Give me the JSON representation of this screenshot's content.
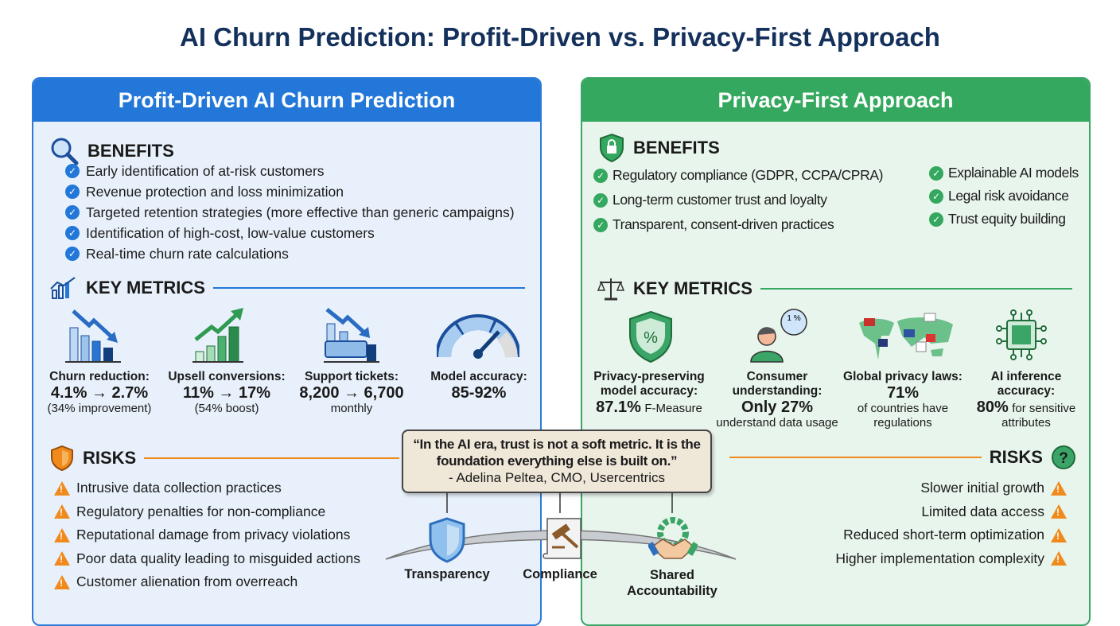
{
  "title": "AI Churn Prediction: Profit-Driven vs. Privacy-First Approach",
  "left": {
    "header": "Profit-Driven AI Churn Prediction",
    "benefits_title": "BENEFITS",
    "benefits": [
      "Early identification of at-risk customers",
      "Revenue protection and loss minimization",
      "Targeted retention strategies (more effective than generic campaigns)",
      "Identification of high-cost, low-value customers",
      "Real-time churn rate calculations"
    ],
    "metrics_title": "KEY METRICS",
    "metrics": [
      {
        "label": "Churn reduction:",
        "value": "4.1% → 2.7%",
        "sub": "(34% improvement)",
        "icon": "bar-chart-down-icon"
      },
      {
        "label": "Upsell conversions:",
        "value": "11% → 17%",
        "sub": "(54% boost)",
        "icon": "bar-chart-up-icon"
      },
      {
        "label": "Support tickets:",
        "value": "8,200 → 6,700",
        "sub": "monthly",
        "icon": "ticket-chart-icon"
      },
      {
        "label": "Model accuracy:",
        "value": "85-92%",
        "sub": "",
        "icon": "gauge-icon"
      }
    ],
    "risks_title": "RISKS",
    "risks": [
      "Intrusive data collection practices",
      "Regulatory penalties for non-compliance",
      "Reputational damage from privacy violations",
      "Poor data quality leading to misguided actions",
      "Customer alienation from overreach"
    ],
    "accent": "#2277d8"
  },
  "right": {
    "header": "Privacy-First Approach",
    "benefits_title": "BENEFITS",
    "benefits_col1": [
      "Regulatory compliance (GDPR, CCPA/CPRA)",
      "Long-term customer trust and loyalty",
      "Transparent, consent-driven practices"
    ],
    "benefits_col2": [
      "Explainable AI models",
      "Legal risk avoidance",
      "Trust equity building"
    ],
    "metrics_title": "KEY METRICS",
    "metrics": [
      {
        "label": "Privacy-preserving model accuracy:",
        "value": "87.1%",
        "sub": "F-Measure",
        "icon": "shield-percent-icon"
      },
      {
        "label": "Consumer understanding:",
        "value": "Only 27%",
        "sub": "understand data usage",
        "icon": "person-speech-icon",
        "bubble": "1 %"
      },
      {
        "label": "Global privacy laws:",
        "value": "71%",
        "sub": "of countries have regulations",
        "icon": "world-map-flags-icon"
      },
      {
        "label": "AI inference accuracy:",
        "value": "80%",
        "sub": "for sensitive attributes",
        "icon": "chip-icon"
      }
    ],
    "risks_title": "RISKS",
    "risks": [
      "Slower initial growth",
      "Limited data access",
      "Reduced short-term optimization",
      "Higher implementation complexity"
    ],
    "accent": "#34a85e"
  },
  "quote": {
    "text": "“In the AI era, trust is not a soft metric. It is the foundation everything else is built on.”",
    "author": "- Adelina Peltea, CMO, Usercentrics"
  },
  "pillars": [
    "Transparency",
    "Compliance",
    "Shared Accountability"
  ]
}
